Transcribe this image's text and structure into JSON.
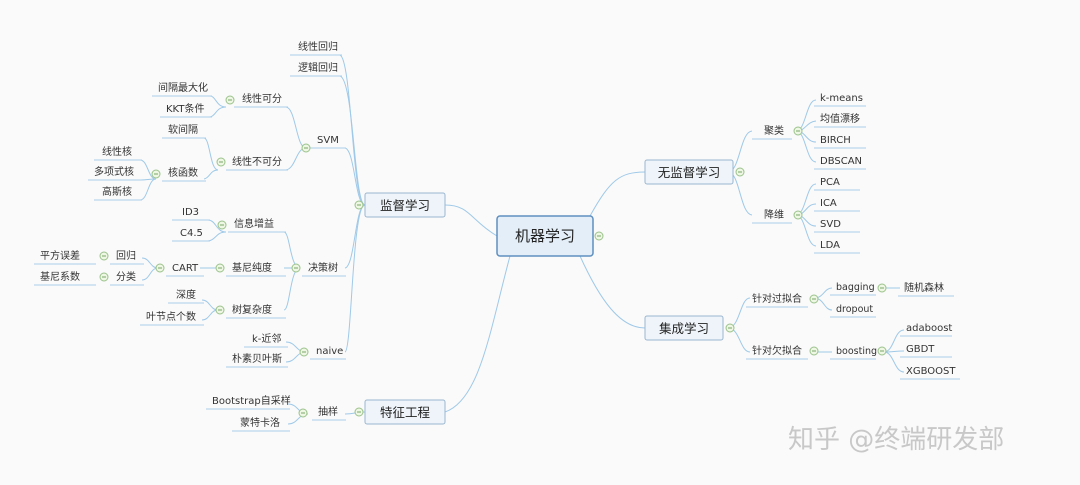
{
  "root": "机器学习",
  "branches": {
    "supervised": "监督学习",
    "feature": "特征工程",
    "unsupervised": "无监督学习",
    "ensemble": "集成学习"
  },
  "supervised": {
    "linreg": "线性回归",
    "logreg": "逻辑回归",
    "svm": "SVM",
    "linsep": "线性可分",
    "margin_max": "间隔最大化",
    "kkt": "KKT条件",
    "nonlinsep": "线性不可分",
    "soft_margin": "软间隔",
    "kernel": "核函数",
    "linear_kernel": "线性核",
    "poly_kernel": "多项式核",
    "gauss_kernel": "高斯核",
    "dtree": "决策树",
    "info_gain": "信息增益",
    "id3": "ID3",
    "c45": "C4.5",
    "gini_purity": "基尼纯度",
    "cart": "CART",
    "regression": "回归",
    "sq_err": "平方误差",
    "classification": "分类",
    "gini_coef": "基尼系数",
    "tree_complexity": "树复杂度",
    "depth": "深度",
    "leaf_count": "叶节点个数",
    "naive": "naive",
    "knn": "k-近邻",
    "naive_bayes": "朴素贝叶斯"
  },
  "feature": {
    "sampling": "抽样",
    "bootstrap": "Bootstrap自采样",
    "monte_carlo": "蒙特卡洛"
  },
  "unsupervised": {
    "clustering": "聚类",
    "kmeans": "k-means",
    "meanshift": "均值漂移",
    "birch": "BIRCH",
    "dbscan": "DBSCAN",
    "dimred": "降维",
    "pca": "PCA",
    "ica": "ICA",
    "svd": "SVD",
    "lda": "LDA"
  },
  "ensemble": {
    "overfit": "针对过拟合",
    "bagging": "bagging",
    "random_forest": "随机森林",
    "dropout": "dropout",
    "underfit": "针对欠拟合",
    "boosting": "boosting",
    "adaboost": "adaboost",
    "gbdt": "GBDT",
    "xgboost": "XGBOOST"
  },
  "watermark": "知乎 @终端研发部",
  "colors": {
    "line": "#9fc9e8",
    "box_border": "#9ab7d1",
    "central_border": "#5f8fbf",
    "collapse": "#9ac28a"
  }
}
